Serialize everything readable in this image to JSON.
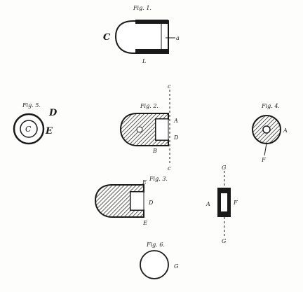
{
  "figures": {
    "fig1": {
      "caption": "Fig. 1.",
      "labels": {
        "c": "C",
        "a": "a",
        "l": "L"
      }
    },
    "fig2": {
      "caption": "Fig. 2.",
      "labels": {
        "a": "A",
        "b": "B",
        "d": "D",
        "c_top": "c",
        "c_bottom": "c"
      }
    },
    "fig3": {
      "caption": "Fig. 3.",
      "labels": {
        "e_top": "E",
        "e_bottom": "E",
        "d": "D"
      }
    },
    "fig4": {
      "caption": "Fig. 4.",
      "labels": {
        "a": "A",
        "f": "F"
      }
    },
    "fig5": {
      "caption": "Fig. 5.",
      "labels": {
        "c": "C",
        "d": "D",
        "e": "E"
      }
    },
    "fig6": {
      "caption": "Fig. 6.",
      "labels": {
        "g": "G"
      }
    },
    "fig7": {
      "labels": {
        "g_top": "G",
        "g_bottom": "G",
        "a": "A",
        "f": "F"
      }
    }
  },
  "colors": {
    "ink": "#1a1a1a",
    "paper": "#fdfdfb"
  }
}
